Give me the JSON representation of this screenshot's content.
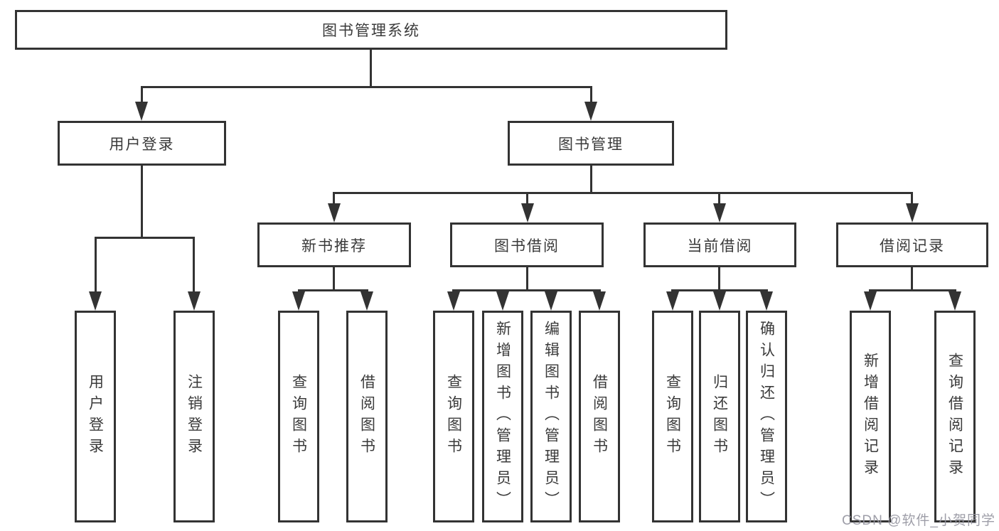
{
  "diagram": {
    "title": "图书管理系统",
    "level2": {
      "user_login": "用户登录",
      "book_management": "图书管理"
    },
    "level3": {
      "new_book_recommend": "新书推荐",
      "book_borrow": "图书借阅",
      "current_borrow": "当前借阅",
      "borrow_record": "借阅记录"
    },
    "leaves": {
      "user_login": "用户登录",
      "logout": "注销登录",
      "nbr_query_book": "查询图书",
      "nbr_borrow_book": "借阅图书",
      "bb_query_book": "查询图书",
      "bb_add_book_admin": "新增图书（管理员）",
      "bb_edit_book_admin": "编辑图书（管理员）",
      "bb_borrow_book": "借阅图书",
      "cb_query_book": "查询图书",
      "cb_return_book": "归还图书",
      "cb_confirm_return_admin": "确认归还（管理员）",
      "br_add_record": "新增借阅记录",
      "br_query_record": "查询借阅记录"
    }
  },
  "watermark": "CSDN @软件_小贺同学"
}
